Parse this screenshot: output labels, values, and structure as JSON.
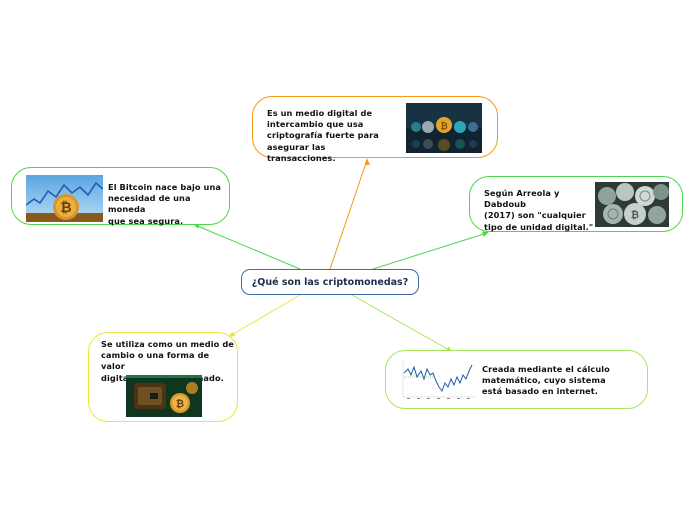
{
  "central": {
    "title": "¿Qué son las criptomonedas?"
  },
  "nodes": {
    "top": {
      "text": "Es un medio digital de intercambio que usa criptografía fuerte para asegurar las transacciones.",
      "lines": [
        "Es un medio digital de",
        "intercambio que usa",
        "criptografía fuerte para",
        "asegurar las transacciones."
      ],
      "border_color": "#f39a16",
      "image": "crypto-coins-row-image"
    },
    "left": {
      "lines": [
        "El Bitcoin  nace bajo una",
        "necesidad de una moneda",
        "que sea segura."
      ],
      "border_color": "#4cd64c",
      "image": "bitcoin-chart-image"
    },
    "right": {
      "lines": [
        "Según Arreola y Dabdoub",
        "(2017) son \"cualquier",
        "tipo de unidad digital.\""
      ],
      "border_color": "#4cd64c",
      "image": "crypto-coins-pile-image"
    },
    "bottom_left": {
      "lines": [
        "Se utiliza como un medio de",
        "cambio o una forma de valor",
        "digitalmente almacenado."
      ],
      "border_color": "#e8e83a",
      "image": "bitcoin-wallet-image"
    },
    "bottom_right": {
      "lines": [
        "Creada mediante el cálculo",
        "matemático, cuyo sistema",
        "está basado en internet."
      ],
      "border_color": "#a6e85a",
      "image": "price-line-chart-image"
    }
  },
  "colors": {
    "central_border": "#3b6ea5",
    "link_top": "#f39a16",
    "link_left": "#4cd64c",
    "link_right": "#4cd64c",
    "link_bottom_left": "#e8e83a",
    "link_bottom_right": "#a6e85a"
  }
}
